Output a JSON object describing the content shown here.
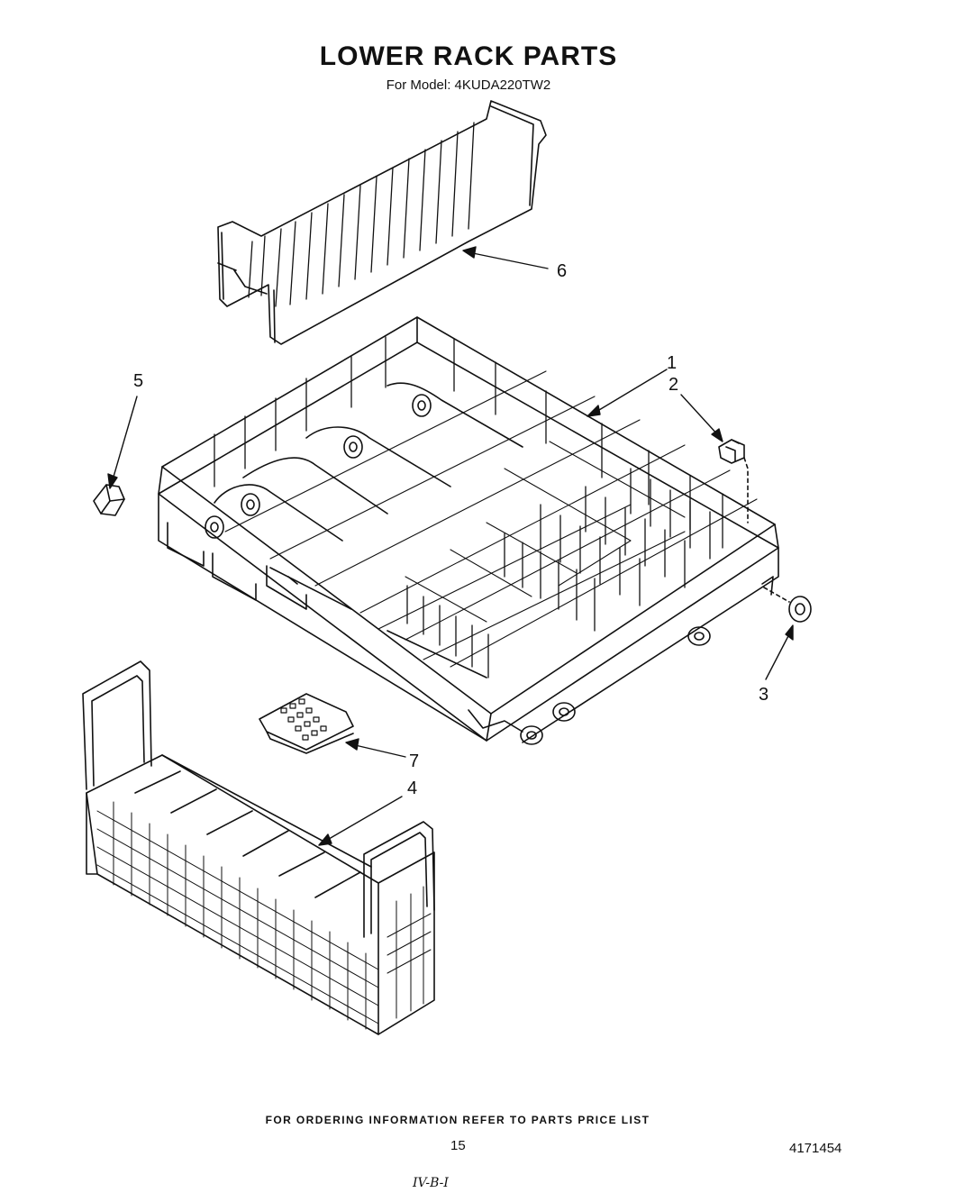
{
  "header": {
    "title": "LOWER RACK PARTS",
    "model_line": "For Model: 4KUDA220TW2"
  },
  "callouts": {
    "c1": "1",
    "c2": "2",
    "c3": "3",
    "c4": "4",
    "c5": "5",
    "c6": "6",
    "c7": "7"
  },
  "footer": {
    "ordering_note": "FOR ORDERING INFORMATION REFER TO PARTS PRICE LIST",
    "page_number": "15",
    "document_number": "4171454",
    "handwritten_mark": "IV-B-I"
  }
}
